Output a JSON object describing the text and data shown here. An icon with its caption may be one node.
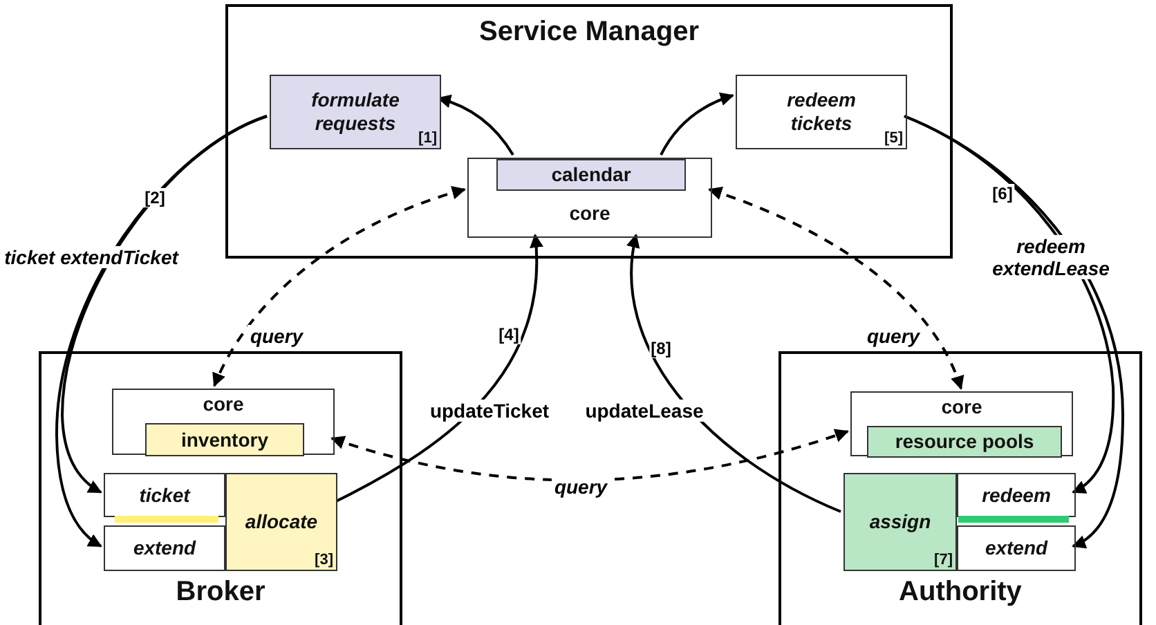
{
  "diagram": {
    "nodes": [
      {
        "text": [
          "Service Manager"
        ]
      },
      {
        "text": [
          "formulate requests",
          "[1]"
        ],
        "in": 0
      },
      {
        "text": [
          "core"
        ],
        "in": 0
      },
      {
        "text": [
          "calendar"
        ],
        "in": 2
      },
      {
        "text": [
          "redeem tickets",
          "[5]"
        ],
        "in": 0
      },
      {
        "text": [
          "Broker"
        ]
      },
      {
        "text": [
          "core"
        ],
        "in": 5
      },
      {
        "text": [
          "inventory"
        ],
        "in": 6
      },
      {
        "text": [
          "ticket"
        ],
        "in": 5
      },
      {
        "text": [
          "extend"
        ],
        "in": 5
      },
      {
        "text": [
          "allocate",
          "[3]"
        ],
        "in": 5
      },
      {
        "text": [
          "Authority"
        ]
      },
      {
        "text": [
          "core"
        ],
        "in": 11
      },
      {
        "text": [
          "resource pools"
        ],
        "in": 12
      },
      {
        "text": [
          "assign",
          "[7]"
        ],
        "in": 11
      },
      {
        "text": [
          "redeem"
        ],
        "in": 11
      },
      {
        "text": [
          "extend"
        ],
        "in": 11
      }
    ],
    "edges": [
      {
        "from": 2,
        "to": 1,
        "arrow": "to"
      },
      {
        "from": 2,
        "to": 4,
        "arrow": "to"
      },
      {
        "from": 1,
        "to": 8,
        "arrow": "to",
        "label": "ticket extendTicket"
      },
      {
        "from": 1,
        "to": 9,
        "arrow": "to"
      },
      {
        "from": 10,
        "to": 2,
        "arrow": "to",
        "label": "updateTicket"
      },
      {
        "from": 14,
        "to": 2,
        "arrow": "to",
        "label": "updateLease"
      },
      {
        "from": 4,
        "to": 15,
        "arrow": "to",
        "label": "redeem extendLease"
      },
      {
        "from": 4,
        "to": 16,
        "arrow": "to"
      },
      {
        "from": 2,
        "to": 6,
        "arrow": "both",
        "style": "dashed",
        "label": "query"
      },
      {
        "from": 2,
        "to": 12,
        "arrow": "both",
        "style": "dashed",
        "label": "query"
      },
      {
        "from": 6,
        "to": 12,
        "arrow": "both",
        "style": "dashed",
        "label": "query"
      }
    ],
    "labels": [
      "[2]",
      "[4]",
      "[8]",
      "[6]"
    ]
  }
}
